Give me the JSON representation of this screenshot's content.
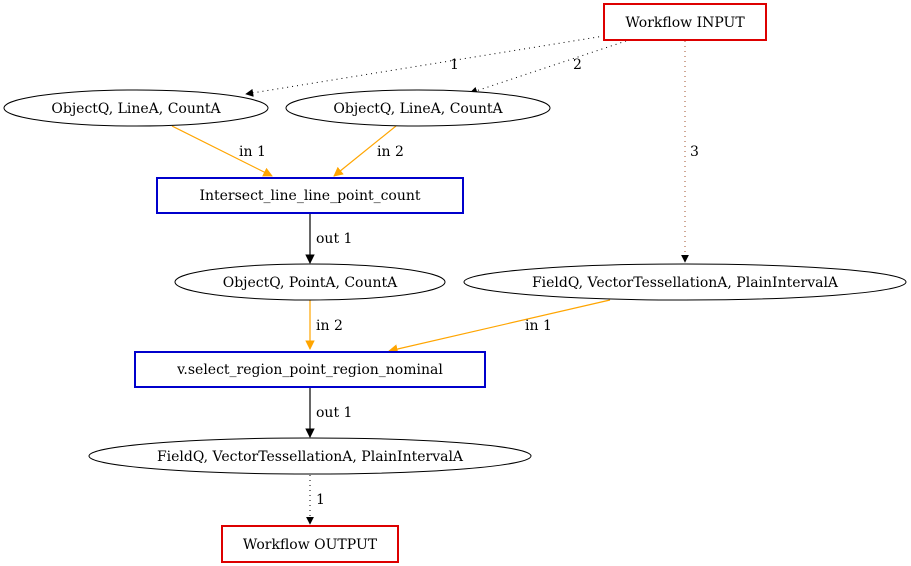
{
  "nodes": {
    "workflow_input": {
      "label": "Workflow INPUT",
      "kind": "io-box",
      "border_color": "#dd0000"
    },
    "workflow_output": {
      "label": "Workflow OUTPUT",
      "kind": "io-box",
      "border_color": "#dd0000"
    },
    "in_object_line_count_1": {
      "label": "ObjectQ, LineA, CountA",
      "kind": "data-ellipse"
    },
    "in_object_line_count_2": {
      "label": "ObjectQ, LineA, CountA",
      "kind": "data-ellipse"
    },
    "op_intersect": {
      "label": "Intersect_line_line_point_count",
      "kind": "operation-box",
      "border_color": "#0000cc"
    },
    "mid_object_point_count": {
      "label": "ObjectQ, PointA, CountA",
      "kind": "data-ellipse"
    },
    "in_field_vector_interval": {
      "label": "FieldQ, VectorTessellationA, PlainIntervalA",
      "kind": "data-ellipse"
    },
    "op_select_region": {
      "label": "v.select_region_point_region_nominal",
      "kind": "operation-box",
      "border_color": "#0000cc"
    },
    "out_field_vector_interval": {
      "label": "FieldQ, VectorTessellationA, PlainIntervalA",
      "kind": "data-ellipse"
    }
  },
  "edges": [
    {
      "from": "workflow_input",
      "to": "in_object_line_count_1",
      "label": "1",
      "style": "dotted",
      "color": "#000000"
    },
    {
      "from": "workflow_input",
      "to": "in_object_line_count_2",
      "label": "2",
      "style": "dotted",
      "color": "#000000"
    },
    {
      "from": "workflow_input",
      "to": "in_field_vector_interval",
      "label": "3",
      "style": "dotted",
      "color": "#a0522d"
    },
    {
      "from": "in_object_line_count_1",
      "to": "op_intersect",
      "label": "in 1",
      "style": "solid",
      "color": "#ffa500"
    },
    {
      "from": "in_object_line_count_2",
      "to": "op_intersect",
      "label": "in 2",
      "style": "solid",
      "color": "#ffa500"
    },
    {
      "from": "op_intersect",
      "to": "mid_object_point_count",
      "label": "out 1",
      "style": "solid",
      "color": "#000000"
    },
    {
      "from": "mid_object_point_count",
      "to": "op_select_region",
      "label": "in 2",
      "style": "solid",
      "color": "#ffa500"
    },
    {
      "from": "in_field_vector_interval",
      "to": "op_select_region",
      "label": "in 1",
      "style": "solid",
      "color": "#ffa500"
    },
    {
      "from": "op_select_region",
      "to": "out_field_vector_interval",
      "label": "out 1",
      "style": "solid",
      "color": "#000000"
    },
    {
      "from": "out_field_vector_interval",
      "to": "workflow_output",
      "label": "1",
      "style": "dotted",
      "color": "#000000"
    }
  ]
}
